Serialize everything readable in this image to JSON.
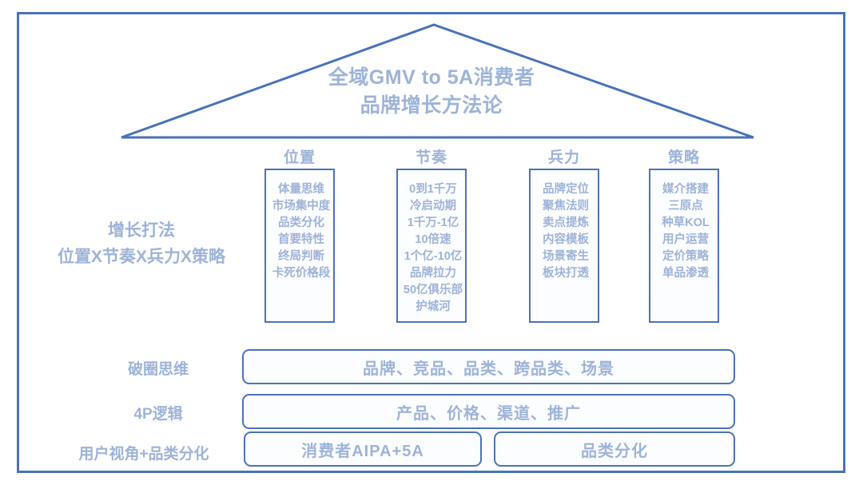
{
  "theme": {
    "line_color": "#4A72B8",
    "text_color": "#9DB3D8",
    "background": "#ffffff",
    "box_fill": "#FCFDFF"
  },
  "title": {
    "line1": "全域GMV to 5A消费者",
    "line2": "品牌增长方法论"
  },
  "growth_label": {
    "line1": "增长打法",
    "line2": "位置X节奏X兵力X策略"
  },
  "pillars": [
    {
      "header": "位置",
      "items": [
        "体量思维",
        "市场集中度",
        "品类分化",
        "首要特性",
        "终局判断",
        "卡死价格段"
      ]
    },
    {
      "header": "节奏",
      "items": [
        "0到1千万",
        "冷启动期",
        "1千万-1亿",
        "10倍速",
        "1个亿-10亿",
        "品牌拉力",
        "50亿俱乐部",
        "护城河"
      ]
    },
    {
      "header": "兵力",
      "items": [
        "品牌定位",
        "聚焦法则",
        "卖点提炼",
        "内容模板",
        "场景寄生",
        "板块打透"
      ]
    },
    {
      "header": "策略",
      "items": [
        "媒介搭建",
        "三原点",
        "种草KOL",
        "用户运营",
        "定价策略",
        "单品渗透"
      ]
    }
  ],
  "bottom_rows": [
    {
      "label": "破圈思维",
      "boxes": [
        "品牌、竞品、品类、跨品类、场景"
      ]
    },
    {
      "label": "4P逻辑",
      "boxes": [
        "产品、价格、渠道、推广"
      ]
    },
    {
      "label": "用户视角+品类分化",
      "boxes": [
        "消费者AIPA+5A",
        "品类分化"
      ]
    }
  ]
}
